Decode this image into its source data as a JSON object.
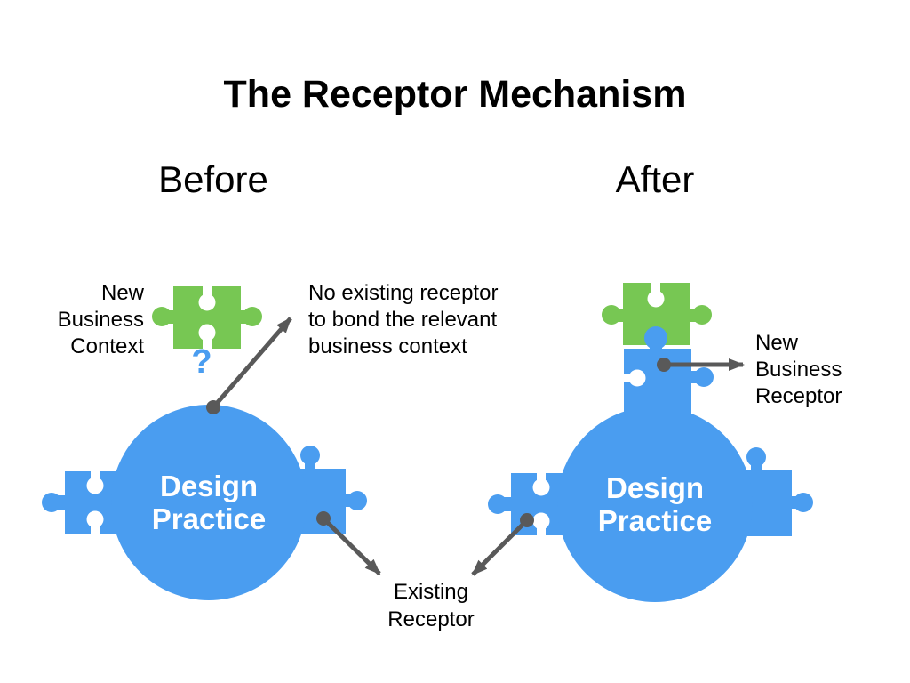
{
  "title": "The Receptor Mechanism",
  "colors": {
    "blue": "#4A9DF0",
    "green": "#77C753",
    "arrow": "#595959",
    "question": "#4A9DF0"
  },
  "before": {
    "label": "Before",
    "new_business_context": "New\nBusiness\nContext",
    "question_mark": "?",
    "annotation": "No existing receptor\nto bond the relevant\nbusiness context",
    "circle_label": "Design\nPractice"
  },
  "after": {
    "label": "After",
    "circle_label": "Design\nPractice",
    "new_business_receptor": "New\nBusiness\nReceptor"
  },
  "shared": {
    "existing_receptor": "Existing\nReceptor"
  }
}
